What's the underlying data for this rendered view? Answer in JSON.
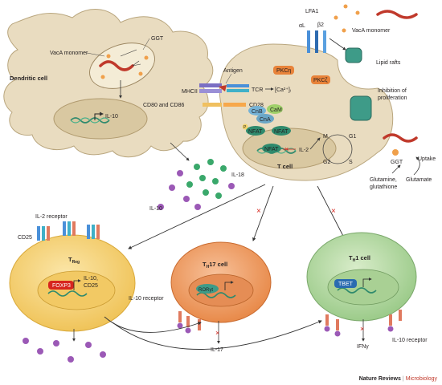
{
  "labels": {
    "dendritic_cell": "Dendritic cell",
    "ggt_top": "GGT",
    "vaca_monomer_dc": "VacA monomer",
    "il10_dc": "IL-10",
    "antigen": "Antigen",
    "mhcii": "MHCII",
    "tcr": "TCR",
    "ca": "[Ca²⁺]ᵢ",
    "cd80_cd86": "CD80 and CD86",
    "cd28": "CD28",
    "lfa1": "LFA1",
    "alpha_l": "αL",
    "beta2": "β2",
    "vaca_monomer_t": "VacA monomer",
    "lipid_rafts": "Lipid rafts",
    "pkc_eta": "PKCη",
    "pkc_zeta": "PKCζ",
    "inhibition": "Inhibition of",
    "proliferation": "proliferation",
    "cnb": "CnB",
    "cam": "CaM",
    "cna": "CnA",
    "nfat": "NFAT",
    "p": "P",
    "il2": "IL-2",
    "m": "M",
    "g1": "G1",
    "g2": "G2",
    "s": "S",
    "t_cell": "T cell",
    "ggt_t": "GGT",
    "uptake": "Uptake",
    "glutamine": "Glutamine,",
    "glutathione": "glutathione",
    "glutamate": "Glutamate",
    "il18": "IL-18",
    "il10_cloud": "IL-10",
    "il2_receptor": "IL-2 receptor",
    "cd25": "CD25",
    "treg": "T",
    "treg_sub": "Reg",
    "foxp3": "FOXP3",
    "treg_il10": "IL-10,",
    "treg_cd25": "CD25",
    "th17": "T",
    "th17_sub": "H",
    "th17_rest": "17 cell",
    "il10_receptor_left": "IL-10 receptor",
    "ror": "RORγt",
    "il17": "IL-17",
    "th1": "T",
    "th1_sub": "H",
    "th1_rest": "1 cell",
    "tbet": "TBET",
    "ifn": "IFNγ",
    "il10_receptor_right": "IL-10 receptor"
  },
  "footer": {
    "journal": "Nature Reviews",
    "subject": "Microbiology"
  },
  "colors": {
    "dc_fill": "#e9dcc0",
    "dc_nucleus": "#d9c8a1",
    "treg_fill": "#f5d78a",
    "th17_fill": "#f0a56e",
    "th1_fill": "#bcdcae",
    "nfat": "#2f8a6d",
    "pkc": "#e8833a",
    "cytokine_green": "#3aa86b",
    "cytokine_purple": "#9b59b6",
    "inhibit_red": "#d7261e"
  }
}
